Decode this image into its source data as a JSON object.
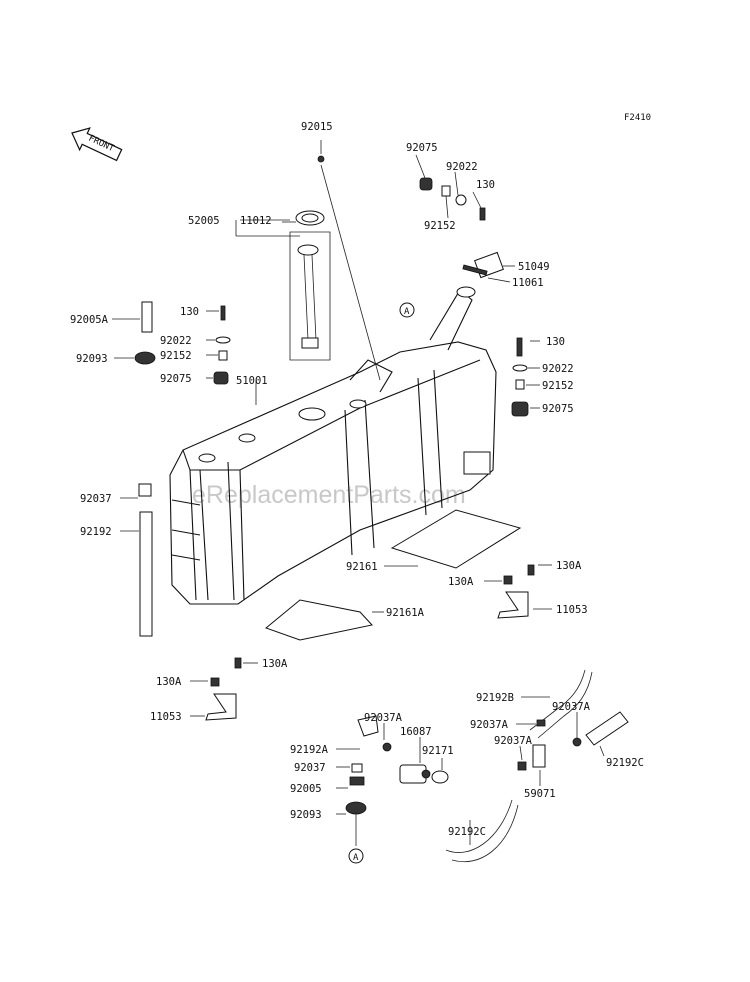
{
  "figure_code": "F2410",
  "front_label": "FRONT",
  "watermark": "eReplacementParts.com",
  "ref_marker": "A",
  "labels": [
    {
      "id": "92015",
      "text": "92015"
    },
    {
      "id": "92075-top",
      "text": "92075"
    },
    {
      "id": "92022-top",
      "text": "92022"
    },
    {
      "id": "130-top",
      "text": "130"
    },
    {
      "id": "92152-top",
      "text": "92152"
    },
    {
      "id": "52005",
      "text": "52005"
    },
    {
      "id": "11012",
      "text": "11012"
    },
    {
      "id": "51049",
      "text": "51049"
    },
    {
      "id": "11061",
      "text": "11061"
    },
    {
      "id": "130-left",
      "text": "130"
    },
    {
      "id": "92005A",
      "text": "92005A"
    },
    {
      "id": "92022-left",
      "text": "92022"
    },
    {
      "id": "92093-left",
      "text": "92093"
    },
    {
      "id": "92152-left",
      "text": "92152"
    },
    {
      "id": "92075-left",
      "text": "92075"
    },
    {
      "id": "51001",
      "text": "51001"
    },
    {
      "id": "130-right",
      "text": "130"
    },
    {
      "id": "92022-right",
      "text": "92022"
    },
    {
      "id": "92152-right",
      "text": "92152"
    },
    {
      "id": "92075-right",
      "text": "92075"
    },
    {
      "id": "92037-left",
      "text": "92037"
    },
    {
      "id": "92192",
      "text": "92192"
    },
    {
      "id": "92161",
      "text": "92161"
    },
    {
      "id": "130A-r1",
      "text": "130A"
    },
    {
      "id": "130A-r2",
      "text": "130A"
    },
    {
      "id": "11053-right",
      "text": "11053"
    },
    {
      "id": "92161A",
      "text": "92161A"
    },
    {
      "id": "130A-l1",
      "text": "130A"
    },
    {
      "id": "130A-l2",
      "text": "130A"
    },
    {
      "id": "11053-left",
      "text": "11053"
    },
    {
      "id": "92192B",
      "text": "92192B"
    },
    {
      "id": "92037A-1",
      "text": "92037A"
    },
    {
      "id": "92037A-2",
      "text": "92037A"
    },
    {
      "id": "92037A-3",
      "text": "92037A"
    },
    {
      "id": "92037A-4",
      "text": "92037A"
    },
    {
      "id": "92192A",
      "text": "92192A"
    },
    {
      "id": "16087",
      "text": "16087"
    },
    {
      "id": "92171",
      "text": "92171"
    },
    {
      "id": "92037-bottom",
      "text": "92037"
    },
    {
      "id": "92005",
      "text": "92005"
    },
    {
      "id": "92093-bottom",
      "text": "92093"
    },
    {
      "id": "92192C-1",
      "text": "92192C"
    },
    {
      "id": "92192C-2",
      "text": "92192C"
    },
    {
      "id": "59071",
      "text": "59071"
    }
  ]
}
